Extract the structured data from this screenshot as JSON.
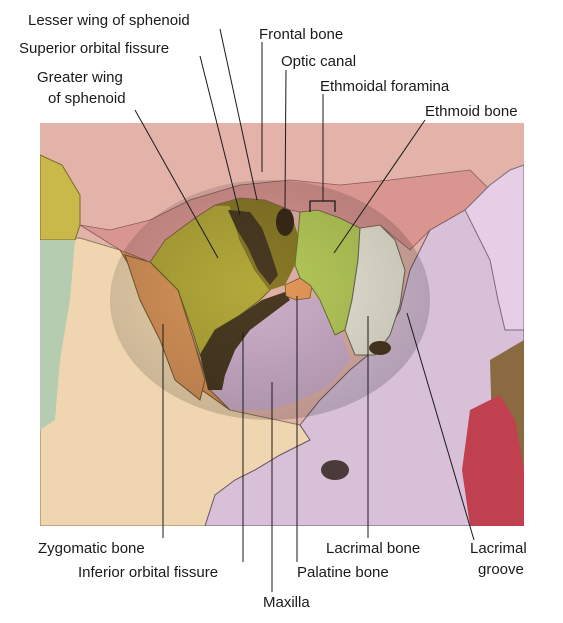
{
  "labels": {
    "lesser_wing": "Lesser wing of sphenoid",
    "frontal_bone": "Frontal bone",
    "superior_orbital_fissure": "Superior orbital fissure",
    "optic_canal": "Optic canal",
    "greater_wing_line1": "Greater wing",
    "greater_wing_line2": "of sphenoid",
    "ethmoidal_foramina": "Ethmoidal foramina",
    "ethmoid_bone": "Ethmoid bone",
    "zygomatic_bone": "Zygomatic bone",
    "inferior_orbital_fissure": "Inferior orbital fissure",
    "maxilla": "Maxilla",
    "lacrimal_bone": "Lacrimal bone",
    "palatine_bone": "Palatine bone",
    "lacrimal_groove_line1": "Lacrimal",
    "lacrimal_groove_line2": "groove"
  },
  "colors": {
    "frontal": "#d99590",
    "sphenoid_greater": "#b3a93a",
    "sphenoid_lesser": "#8a7a28",
    "ethmoid": "#b8cc5a",
    "lacrimal": "#ece8d8",
    "zygomatic": "#f0d6b0",
    "zygomatic_process": "#d9955a",
    "maxilla": "#d8c0d8",
    "palatine": "#e89a5a",
    "fissure": "#4a3a22",
    "nasal": "#c04050",
    "leader_line": "#1a1a1a"
  }
}
